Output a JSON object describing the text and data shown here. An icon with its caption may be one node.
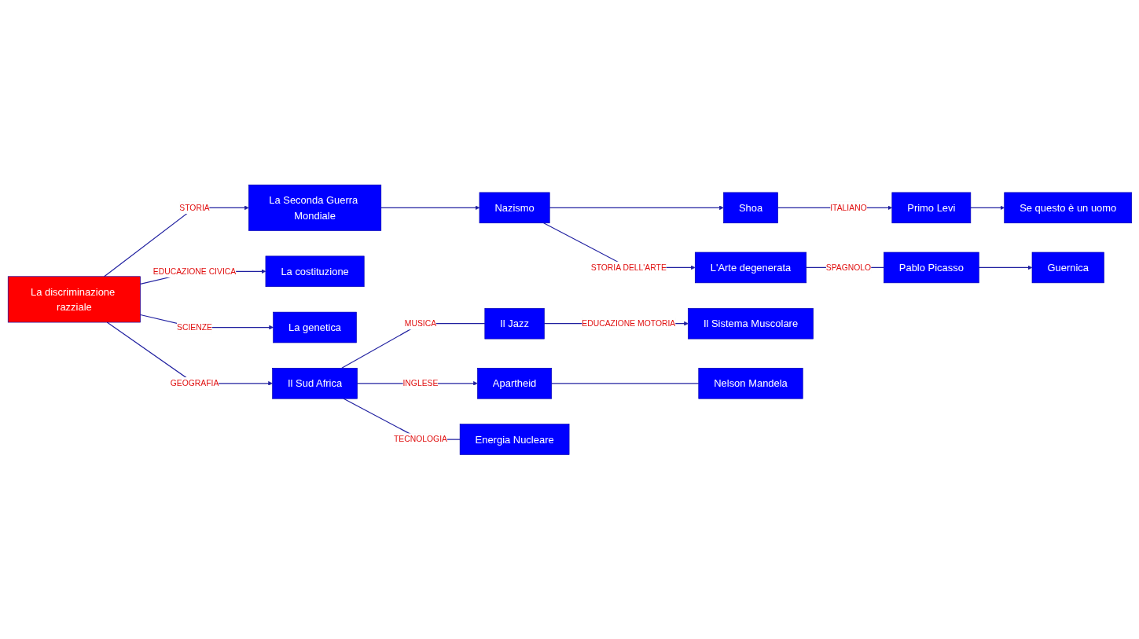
{
  "diagram": {
    "nodes": [
      {
        "text": [
          "Shoa"
        ]
      },
      {
        "text": [
          "Nazismo"
        ]
      },
      {
        "text": [
          "Primo Levi"
        ]
      },
      {
        "text": [
          "Se questo è un uomo"
        ]
      },
      {
        "text": [
          "La Seconda Guerra Mondiale"
        ]
      },
      {
        "text": [
          "L'Arte degenerata"
        ]
      },
      {
        "text": [
          "Guernica"
        ]
      },
      {
        "text": [
          "La costituzione"
        ]
      },
      {
        "text": [
          "La discriminazione razziale"
        ]
      },
      {
        "text": [
          "Pablo Picasso"
        ]
      },
      {
        "text": [
          "La genetica"
        ]
      },
      {
        "text": [
          "Apartheid"
        ]
      },
      {
        "text": [
          "Il Sistema Muscolare"
        ]
      },
      {
        "text": [
          "Il Sud Africa"
        ]
      },
      {
        "text": [
          "Nelson Mandela"
        ]
      },
      {
        "text": [
          "Il Jazz"
        ]
      },
      {
        "text": [
          "Energia Nucleare"
        ]
      }
    ],
    "edges": [
      {
        "from": 1,
        "to": 0,
        "arrow": "to"
      },
      {
        "from": 0,
        "to": 2,
        "arrow": "to",
        "label": "ITALIANO"
      },
      {
        "from": 2,
        "to": 3,
        "arrow": "to"
      },
      {
        "from": 4,
        "to": 1,
        "arrow": "to"
      },
      {
        "from": 1,
        "to": 5,
        "arrow": "to",
        "label": "STORIA DELL'ARTE"
      },
      {
        "from": 8,
        "to": 4,
        "arrow": "to",
        "label": "STORIA"
      },
      {
        "from": 8,
        "to": 7,
        "arrow": "to",
        "label": "EDUCAZIONE CIVICA"
      },
      {
        "from": 8,
        "to": 10,
        "arrow": "to",
        "label": "SCIENZE"
      },
      {
        "from": 8,
        "to": 13,
        "arrow": "to",
        "label": "GEOGRAFIA"
      },
      {
        "from": 5,
        "to": 9,
        "arrow": "none",
        "label": "SPAGNOLO"
      },
      {
        "from": 9,
        "to": 6,
        "arrow": "to"
      },
      {
        "from": 13,
        "to": 11,
        "arrow": "to",
        "label": "INGLESE"
      },
      {
        "from": 11,
        "to": 14,
        "arrow": "none"
      },
      {
        "from": 13,
        "to": 15,
        "arrow": "none",
        "label": "MUSICA"
      },
      {
        "from": 15,
        "to": 12,
        "arrow": "to",
        "label": "EDUCAZIONE MOTORIA"
      },
      {
        "from": 13,
        "to": 16,
        "arrow": "none",
        "label": "TECNOLOGIA"
      }
    ]
  }
}
